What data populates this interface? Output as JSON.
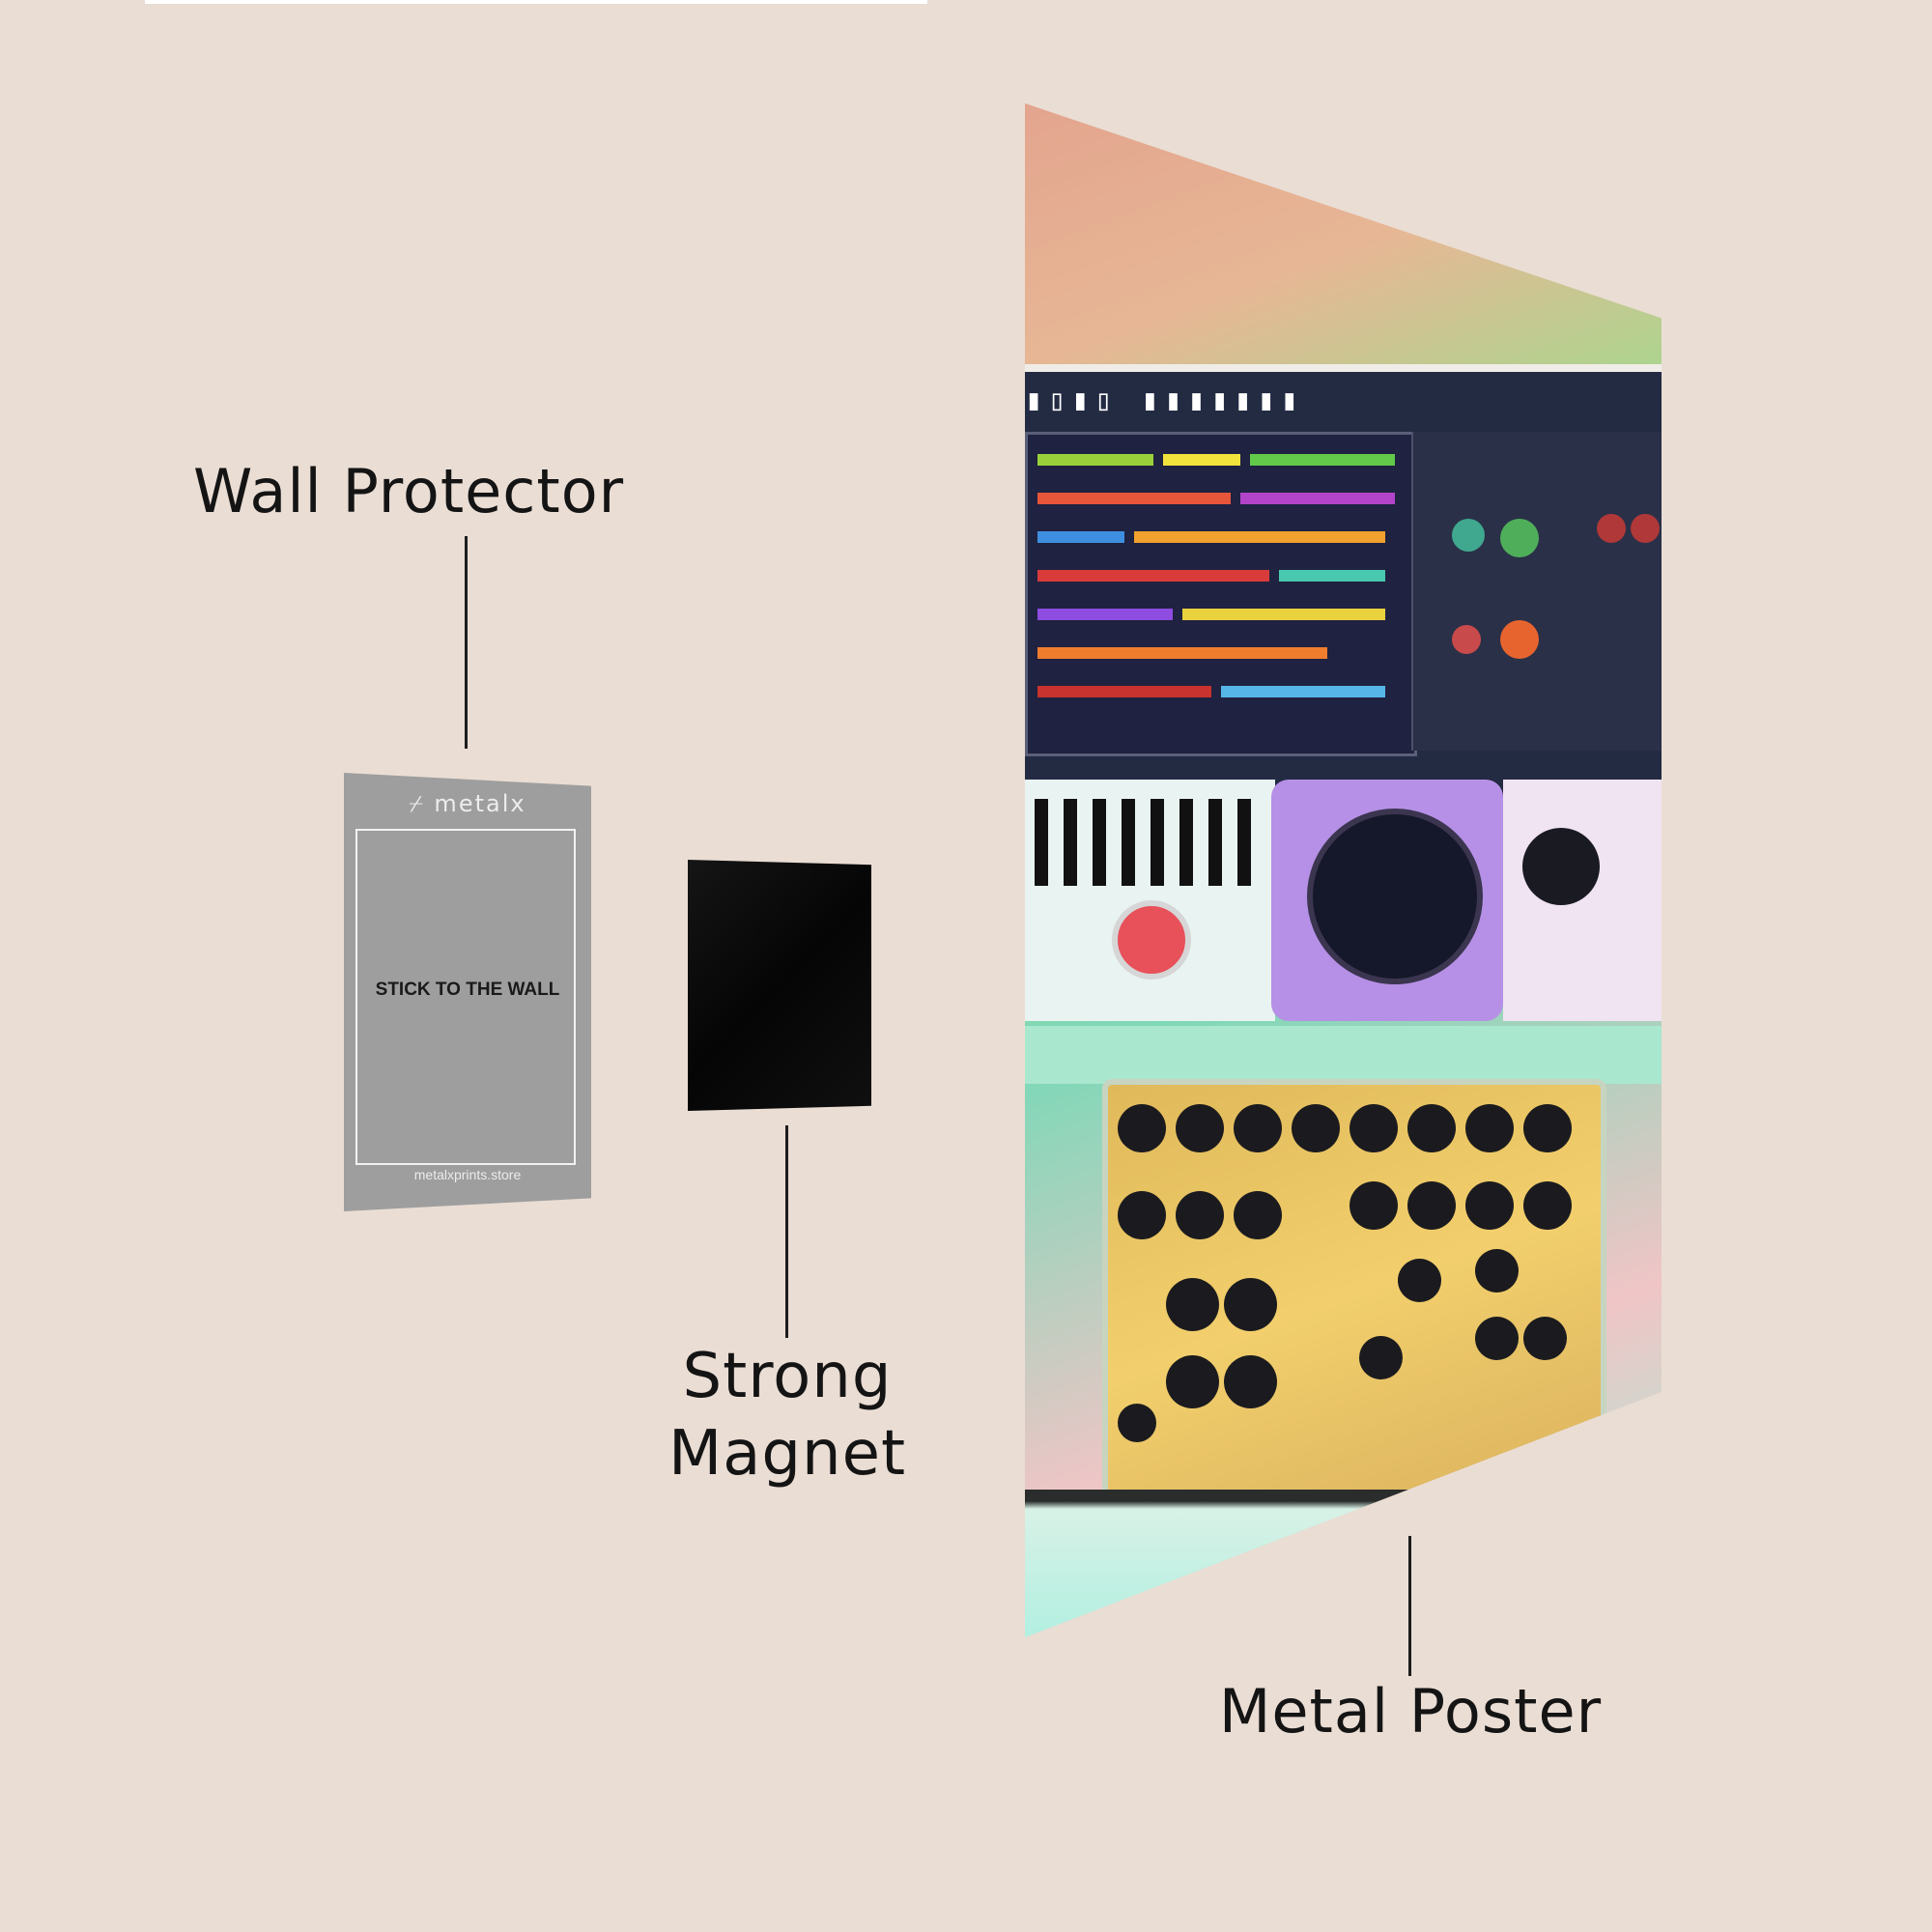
{
  "labels": {
    "wall_protector": "Wall Protector",
    "strong_magnet": "Strong Magnet",
    "metal_poster": "Metal Poster"
  },
  "protector": {
    "brand": "⌿ metalx",
    "text": "STICK TO THE WALL",
    "url": "metalxprints.store"
  },
  "colors": {
    "background": "#eaddd4",
    "protector": "#9e9e9e",
    "magnet": "#0a0a0a",
    "text": "#141414"
  }
}
